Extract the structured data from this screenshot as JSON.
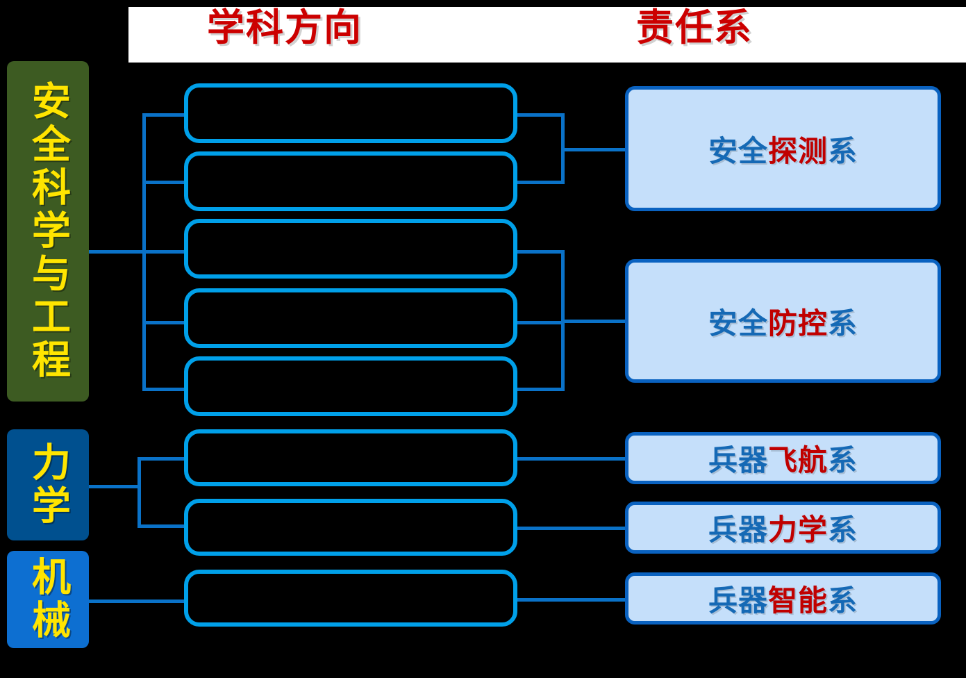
{
  "header": {
    "discipline_col": "学科方向",
    "department_col": "责任系",
    "title_color": "#cc0000",
    "bar_background": "#ffffff"
  },
  "disciplines": [
    {
      "label": "安全科学与工程",
      "background": "#3d5b22",
      "text_color": "#ffe500"
    },
    {
      "label": "力学",
      "background": "#00508f",
      "text_color": "#ffe500"
    },
    {
      "label": "机械",
      "background": "#0d6fd1",
      "text_color": "#ffe500"
    }
  ],
  "directions": [
    {
      "label": ""
    },
    {
      "label": ""
    },
    {
      "label": ""
    },
    {
      "label": ""
    },
    {
      "label": ""
    },
    {
      "label": ""
    },
    {
      "label": ""
    },
    {
      "label": ""
    }
  ],
  "departments": [
    {
      "name": "安全探测系",
      "segments": [
        {
          "text": "安全",
          "color": "blue"
        },
        {
          "text": "探测",
          "color": "red"
        },
        {
          "text": "系",
          "color": "blue"
        }
      ]
    },
    {
      "name": "安全防控系",
      "segments": [
        {
          "text": "安全",
          "color": "blue"
        },
        {
          "text": "防控",
          "color": "red"
        },
        {
          "text": "系",
          "color": "blue"
        }
      ]
    },
    {
      "name": "兵器飞航系",
      "segments": [
        {
          "text": "兵器",
          "color": "blue"
        },
        {
          "text": "飞航",
          "color": "red"
        },
        {
          "text": "系",
          "color": "blue"
        }
      ]
    },
    {
      "name": "兵器力学系",
      "segments": [
        {
          "text": "兵器",
          "color": "blue"
        },
        {
          "text": "力学",
          "color": "red"
        },
        {
          "text": "系",
          "color": "blue"
        }
      ]
    },
    {
      "name": "兵器智能系",
      "segments": [
        {
          "text": "兵器",
          "color": "blue"
        },
        {
          "text": "智能",
          "color": "red"
        },
        {
          "text": "系",
          "color": "blue"
        }
      ]
    }
  ],
  "colors": {
    "canvas": "#000000",
    "direction_border": "#00a0e9",
    "department_fill": "#c5dffa",
    "department_border": "#0a62c0",
    "department_text_blue": "#1569b5",
    "department_text_red": "#c00000",
    "connector": "#0a72c8"
  }
}
